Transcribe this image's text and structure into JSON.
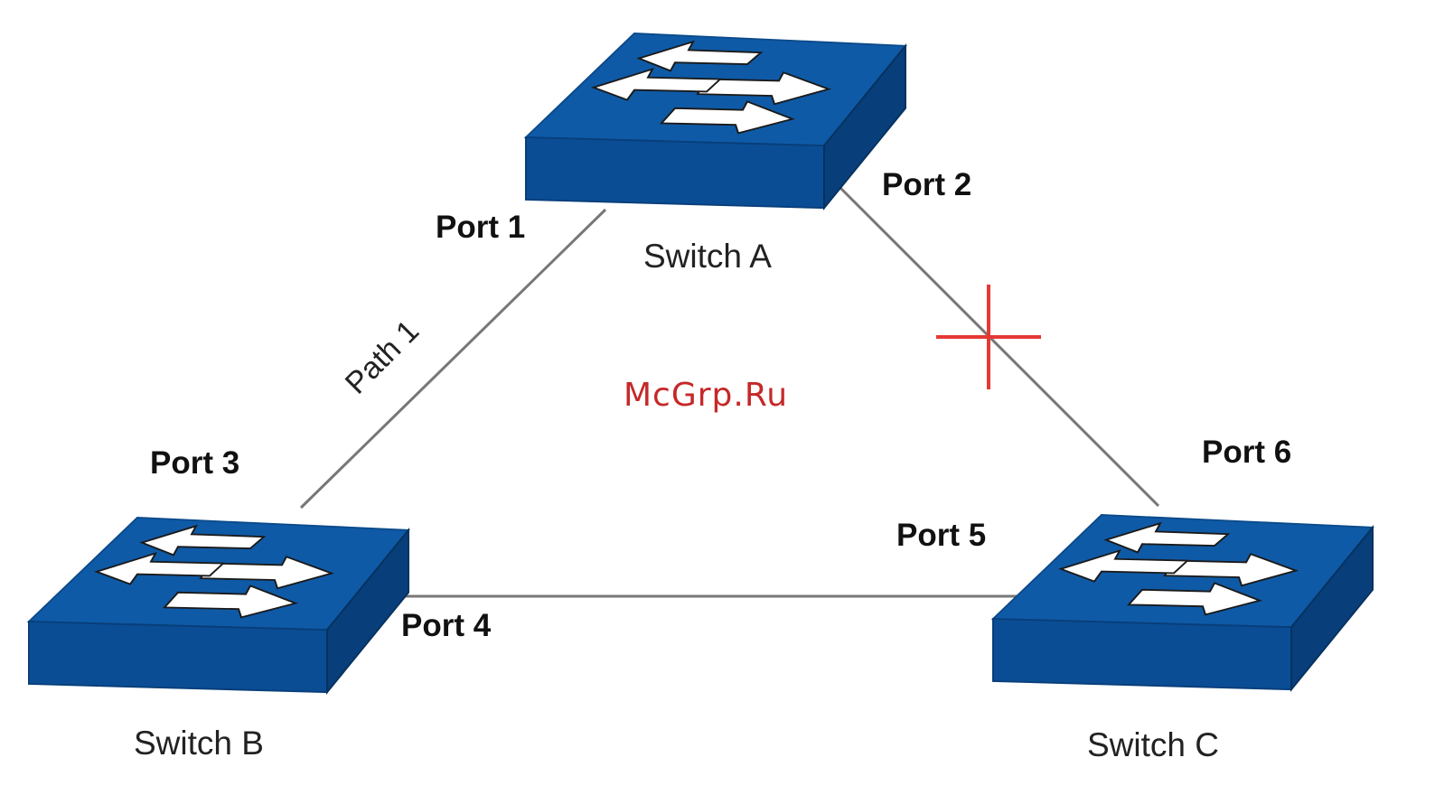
{
  "switches": [
    {
      "id": "a",
      "label": "Switch A"
    },
    {
      "id": "b",
      "label": "Switch B"
    },
    {
      "id": "c",
      "label": "Switch C"
    }
  ],
  "ports": {
    "port1": "Port 1",
    "port2": "Port 2",
    "port3": "Port 3",
    "port4": "Port 4",
    "port5": "Port 5",
    "port6": "Port 6"
  },
  "links": {
    "path1_label": "Path 1"
  },
  "blocked_marker": {
    "icon": "cross-icon",
    "color": "#e53935"
  },
  "watermark": "McGrp.Ru",
  "colors": {
    "switch_top": "#0f5aa6",
    "switch_front": "#0a4d94",
    "switch_side": "#083e7a",
    "link_line": "#777777",
    "watermark": "#c62828"
  }
}
